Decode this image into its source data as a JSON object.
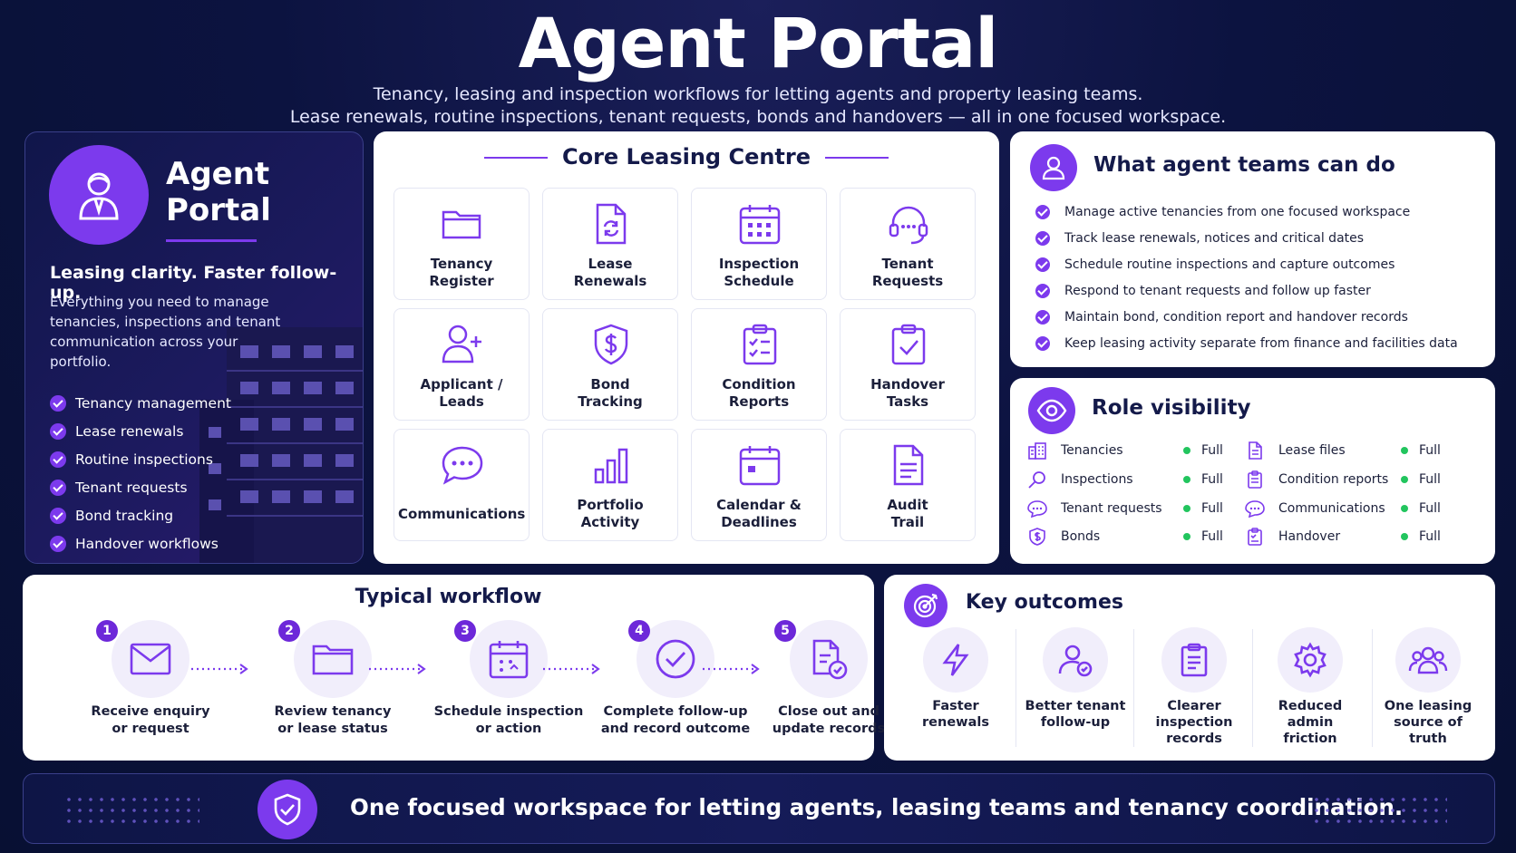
{
  "header": {
    "title": "Agent Portal",
    "subtitle_line1": "Tenancy, leasing and inspection workflows for letting agents and property leasing teams.",
    "subtitle_line2": "Lease renewals, routine inspections, tenant requests, bonds and handovers — all in one focused workspace."
  },
  "hero": {
    "brand_line1": "Agent",
    "brand_line2": "Portal",
    "tagline": "Leasing clarity. Faster follow-up.",
    "description": "Everything you need to manage tenancies, inspections and tenant communication across your portfolio.",
    "features": [
      "Tenancy management",
      "Lease renewals",
      "Routine inspections",
      "Tenant requests",
      "Bond tracking",
      "Handover workflows"
    ]
  },
  "core": {
    "title": "Core Leasing Centre",
    "tiles": [
      {
        "line1": "Tenancy",
        "line2": "Register",
        "icon": "folder-icon"
      },
      {
        "line1": "Lease",
        "line2": "Renewals",
        "icon": "document-refresh-icon"
      },
      {
        "line1": "Inspection",
        "line2": "Schedule",
        "icon": "calendar-grid-icon"
      },
      {
        "line1": "Tenant",
        "line2": "Requests",
        "icon": "headset-icon"
      },
      {
        "line1": "Applicant /",
        "line2": "Leads",
        "icon": "user-add-icon"
      },
      {
        "line1": "Bond",
        "line2": "Tracking",
        "icon": "shield-dollar-icon"
      },
      {
        "line1": "Condition",
        "line2": "Reports",
        "icon": "clipboard-checklist-icon"
      },
      {
        "line1": "Handover",
        "line2": "Tasks",
        "icon": "clipboard-check-icon"
      },
      {
        "line1": "Communications",
        "line2": "",
        "icon": "chat-bubble-icon"
      },
      {
        "line1": "Portfolio",
        "line2": "Activity",
        "icon": "bar-chart-icon"
      },
      {
        "line1": "Calendar &",
        "line2": "Deadlines",
        "icon": "calendar-icon"
      },
      {
        "line1": "Audit",
        "line2": "Trail",
        "icon": "document-list-icon"
      }
    ]
  },
  "what": {
    "title": "What agent teams can do",
    "items": [
      "Manage active tenancies from one focused workspace",
      "Track lease renewals, notices and critical dates",
      "Schedule routine inspections and capture outcomes",
      "Respond to tenant requests and follow up faster",
      "Maintain bond, condition report and handover records",
      "Keep leasing activity separate from finance and facilities data"
    ]
  },
  "role": {
    "title": "Role visibility",
    "rows": [
      {
        "name": "Tenancies",
        "level": "Full",
        "icon": "building-icon"
      },
      {
        "name": "Inspections",
        "level": "Full",
        "icon": "magnifier-icon"
      },
      {
        "name": "Tenant requests",
        "level": "Full",
        "icon": "chat-icon"
      },
      {
        "name": "Bonds",
        "level": "Full",
        "icon": "shield-dollar-icon"
      },
      {
        "name": "Lease files",
        "level": "Full",
        "icon": "document-icon"
      },
      {
        "name": "Condition reports",
        "level": "Full",
        "icon": "clipboard-icon"
      },
      {
        "name": "Communications",
        "level": "Full",
        "icon": "chat-icon"
      },
      {
        "name": "Handover",
        "level": "Full",
        "icon": "clipboard-doc-icon"
      }
    ]
  },
  "workflow": {
    "title": "Typical workflow",
    "steps": [
      {
        "num": "1",
        "line1": "Receive enquiry",
        "line2": "or request",
        "icon": "envelope-icon"
      },
      {
        "num": "2",
        "line1": "Review tenancy",
        "line2": "or lease status",
        "icon": "folder-icon"
      },
      {
        "num": "3",
        "line1": "Schedule inspection",
        "line2": "or action",
        "icon": "calendar-icon"
      },
      {
        "num": "4",
        "line1": "Complete follow-up",
        "line2": "and record outcome",
        "icon": "check-circle-icon"
      },
      {
        "num": "5",
        "line1": "Close out and",
        "line2": "update records",
        "icon": "document-check-icon"
      }
    ]
  },
  "outcomes": {
    "title": "Key outcomes",
    "items": [
      {
        "lines": [
          "Faster",
          "renewals"
        ],
        "icon": "lightning-icon"
      },
      {
        "lines": [
          "Better tenant",
          "follow-up"
        ],
        "icon": "user-check-icon"
      },
      {
        "lines": [
          "Clearer",
          "inspection",
          "records"
        ],
        "icon": "clipboard-icon"
      },
      {
        "lines": [
          "Reduced",
          "admin",
          "friction"
        ],
        "icon": "gear-icon"
      },
      {
        "lines": [
          "One leasing",
          "source of",
          "truth"
        ],
        "icon": "group-icon"
      }
    ]
  },
  "footer": {
    "text": "One focused workspace for letting agents, leasing teams and tenancy coordination."
  },
  "colors": {
    "accent": "#7c3aed",
    "background": "#0c1340",
    "status_full": "#22c55e"
  }
}
